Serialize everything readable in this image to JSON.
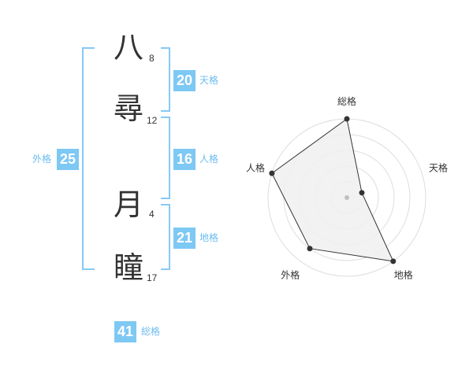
{
  "name": {
    "chars": [
      {
        "char": "八",
        "strokes": "8"
      },
      {
        "char": "尋",
        "strokes": "12"
      },
      {
        "char": "月",
        "strokes": "4"
      },
      {
        "char": "瞳",
        "strokes": "17"
      }
    ]
  },
  "scores": {
    "tenkaku": {
      "value": "20",
      "label": "天格"
    },
    "jinkaku": {
      "value": "16",
      "label": "人格"
    },
    "chikaku": {
      "value": "21",
      "label": "地格"
    },
    "gaikaku": {
      "value": "25",
      "label": "外格"
    },
    "soukaku": {
      "value": "41",
      "label": "総格"
    }
  },
  "chart_data": {
    "type": "radar",
    "axes": [
      "総格",
      "天格",
      "地格",
      "外格",
      "人格"
    ],
    "values": [
      5,
      1,
      5,
      4,
      5
    ],
    "max": 5,
    "rings": 5,
    "colors": {
      "fill": "#f0f0f0",
      "line": "#333333",
      "ring": "#dddddd",
      "center": "#c0c0c0"
    }
  }
}
